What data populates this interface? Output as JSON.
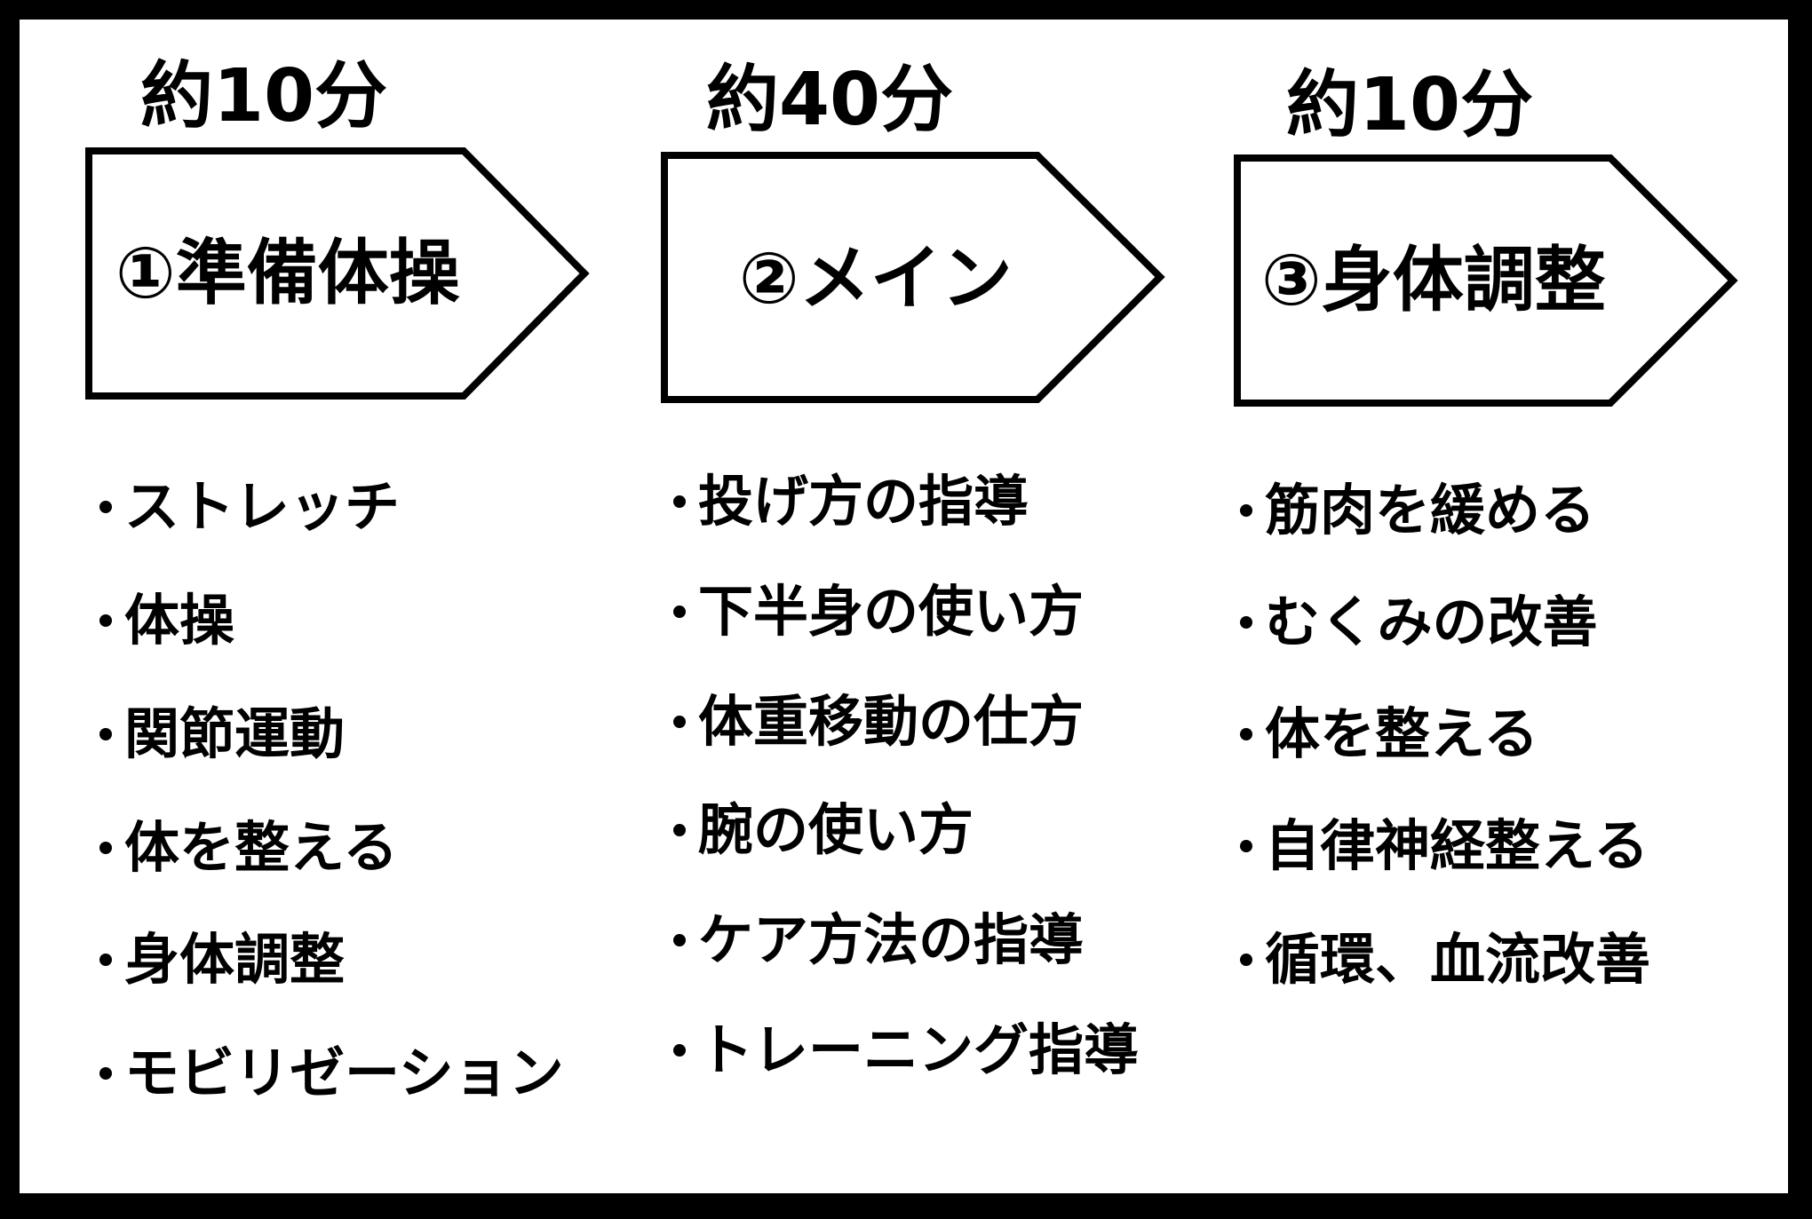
{
  "stages": [
    {
      "duration": "約10分",
      "title": "①準備体操",
      "items": [
        "ストレッチ",
        "体操",
        "関節運動",
        "体を整える",
        "身体調整",
        "モビリゼーション"
      ]
    },
    {
      "duration": "約40分",
      "title": "②メイン",
      "items": [
        "投げ方の指導",
        "下半身の使い方",
        "体重移動の仕方",
        "腕の使い方",
        "ケア方法の指導",
        "トレーニング指導"
      ]
    },
    {
      "duration": "約10分",
      "title": "③身体調整",
      "items": [
        "筋肉を緩める",
        "むくみの改善",
        "体を整える",
        "自律神経整える",
        "循環、血流改善"
      ]
    }
  ],
  "colors": {
    "background": "#000000",
    "card": "#ffffff",
    "ink": "#000000"
  }
}
